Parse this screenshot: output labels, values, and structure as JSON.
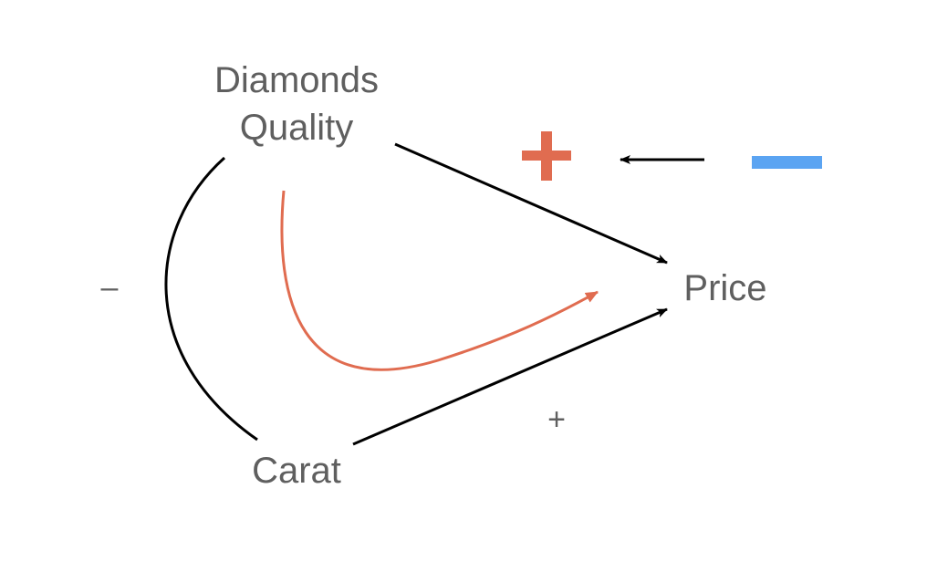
{
  "nodes": {
    "quality_line1": "Diamonds",
    "quality_line2": "Quality",
    "carat": "Carat",
    "price": "Price"
  },
  "signs": {
    "quality_carat": "–",
    "carat_price": "+"
  },
  "legend": {
    "positive_symbol": "plus",
    "negative_symbol": "minus",
    "direction": "from negative to positive"
  },
  "colors": {
    "text": "#5f5f5f",
    "edge": "#000000",
    "indirect_path": "#e06c50",
    "legend_positive": "#e06c50",
    "legend_negative": "#5ba4f2"
  }
}
